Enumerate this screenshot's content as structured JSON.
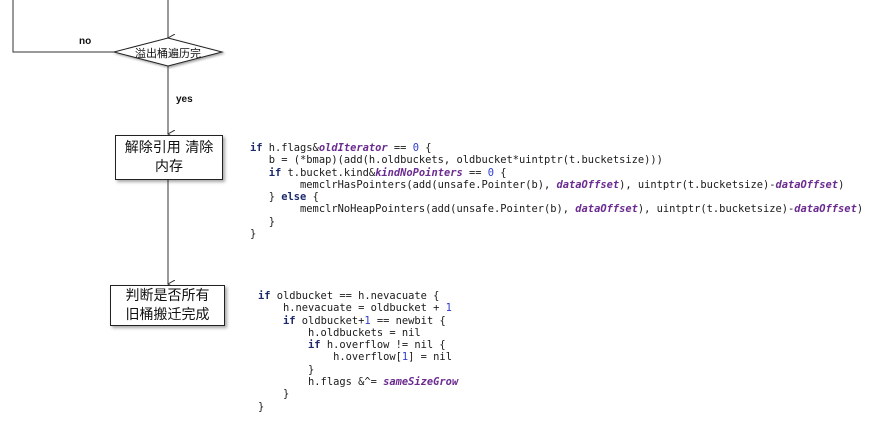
{
  "flowchart": {
    "decision": "溢出桶遍历完",
    "no_label": "no",
    "yes_label": "yes",
    "step1": [
      "解除引用 清除",
      "内存"
    ],
    "step2": [
      "判断是否所有",
      "旧桶搬迁完成"
    ]
  },
  "code1": {
    "lines": [
      [
        [
          "if",
          "kw"
        ],
        [
          " h.flags&",
          ""
        ],
        [
          "oldIterator",
          "id"
        ],
        [
          " == ",
          ""
        ],
        [
          "0",
          "num"
        ],
        [
          " {",
          ""
        ]
      ],
      [
        [
          "   b = (*bmap)(add(h.oldbuckets, oldbucket*uintptr(t.bucketsize)))",
          ""
        ]
      ],
      [
        [
          "   ",
          ""
        ],
        [
          "if",
          "kw"
        ],
        [
          " t.bucket.kind&",
          ""
        ],
        [
          "kindNoPointers",
          "id"
        ],
        [
          " == ",
          ""
        ],
        [
          "0",
          "num"
        ],
        [
          " {",
          ""
        ]
      ],
      [
        [
          "        memclrHasPointers(add(unsafe.Pointer(b), ",
          ""
        ],
        [
          "dataOffset",
          "id"
        ],
        [
          "), uintptr(t.bucketsize)-",
          ""
        ],
        [
          "dataOffset",
          "id"
        ],
        [
          ")",
          ""
        ]
      ],
      [
        [
          "   } ",
          ""
        ],
        [
          "else",
          "kw"
        ],
        [
          " {",
          ""
        ]
      ],
      [
        [
          "        memclrNoHeapPointers(add(unsafe.Pointer(b), ",
          ""
        ],
        [
          "dataOffset",
          "id"
        ],
        [
          "), uintptr(t.bucketsize)-",
          ""
        ],
        [
          "dataOffset",
          "id"
        ],
        [
          ")",
          ""
        ]
      ],
      [
        [
          "   }",
          ""
        ]
      ],
      [
        [
          "}",
          ""
        ]
      ]
    ]
  },
  "code2": {
    "lines": [
      [
        [
          "if",
          "kw"
        ],
        [
          " oldbucket == h.nevacuate {",
          ""
        ]
      ],
      [
        [
          "    h.nevacuate = oldbucket + ",
          ""
        ],
        [
          "1",
          "num"
        ]
      ],
      [
        [
          "    ",
          ""
        ],
        [
          "if",
          "kw"
        ],
        [
          " oldbucket+",
          ""
        ],
        [
          "1",
          "num"
        ],
        [
          " == newbit {",
          ""
        ]
      ],
      [
        [
          "        h.oldbuckets = nil",
          ""
        ]
      ],
      [
        [
          "        ",
          ""
        ],
        [
          "if",
          "kw"
        ],
        [
          " h.overflow != nil {",
          ""
        ]
      ],
      [
        [
          "            h.overflow[",
          ""
        ],
        [
          "1",
          "num"
        ],
        [
          "] = nil",
          ""
        ]
      ],
      [
        [
          "        }",
          ""
        ]
      ],
      [
        [
          "        h.flags &^= ",
          ""
        ],
        [
          "sameSizeGrow",
          "id"
        ]
      ],
      [
        [
          "    }",
          ""
        ]
      ],
      [
        [
          "}",
          ""
        ]
      ]
    ]
  }
}
